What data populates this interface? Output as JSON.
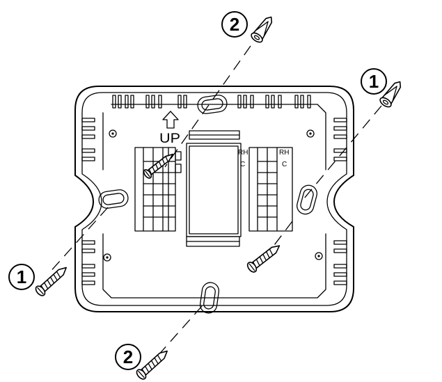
{
  "labels": {
    "up": "UP",
    "terminal_left_top": "RH",
    "terminal_left_bottom": "C",
    "terminal_right_top": "RH",
    "terminal_right_bottom": "C"
  },
  "callouts": {
    "anchor_top": "2",
    "anchor_right": "1",
    "screw_left": "1",
    "screw_bottom": "2"
  }
}
